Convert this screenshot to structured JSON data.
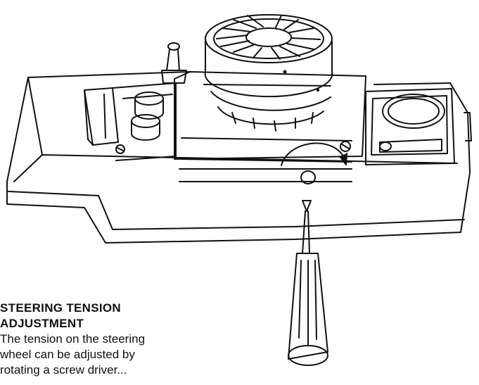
{
  "caption": {
    "title_lines": [
      "STEERING TENSION",
      "ADJUSTMENT"
    ],
    "body_lines": [
      "The tension on the steering",
      "wheel can be adjusted by",
      "rotating a screw driver..."
    ]
  },
  "illustration": {
    "subject": "device-with-steering-wheel-and-screwdriver",
    "line_color": "#111111",
    "background": "#ffffff"
  }
}
